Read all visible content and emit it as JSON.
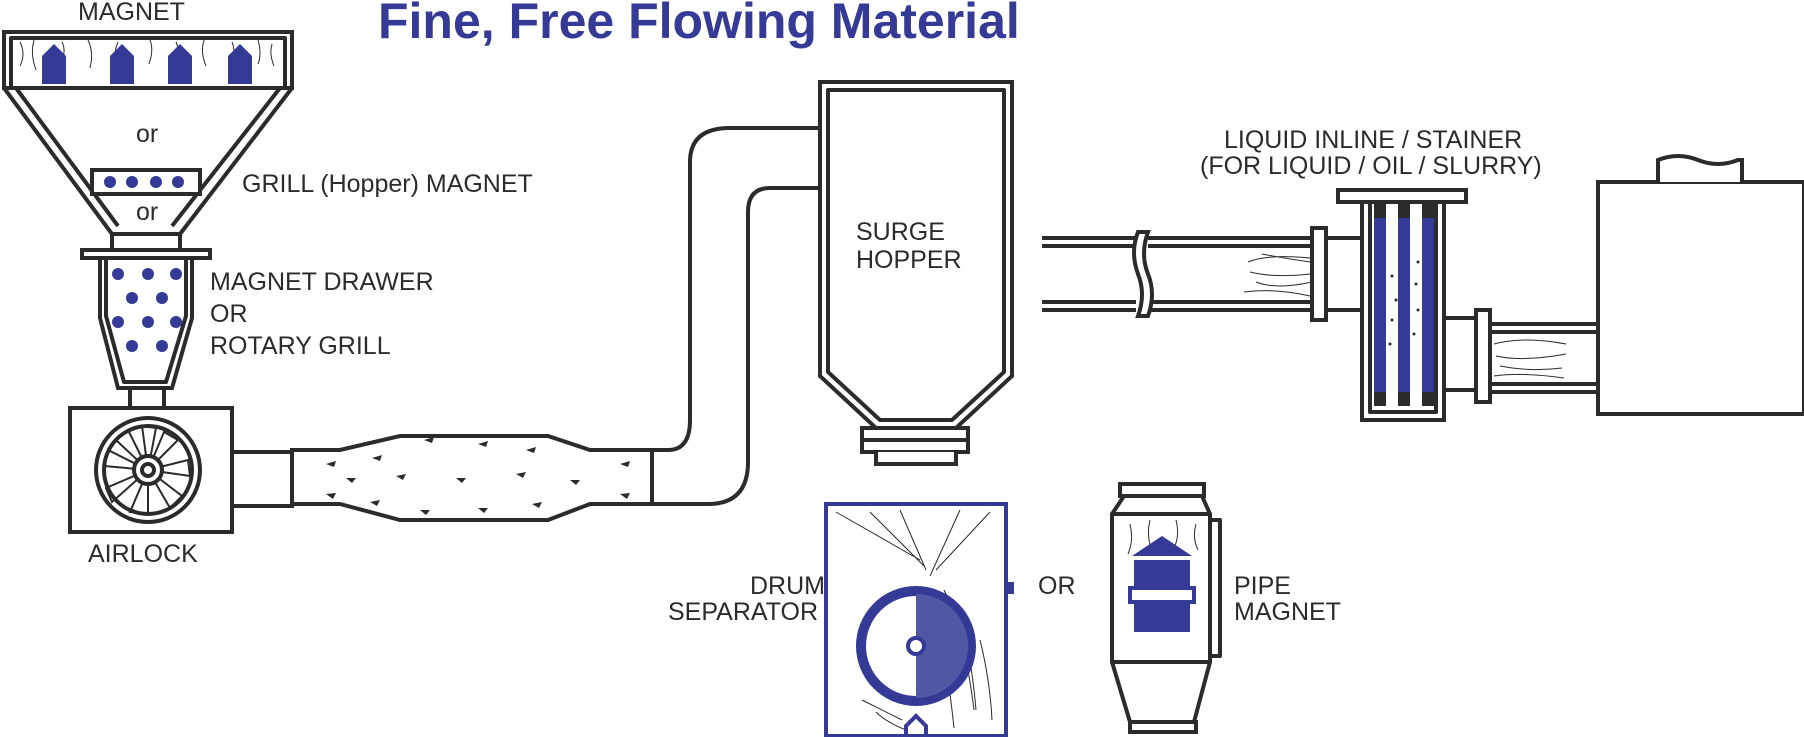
{
  "title": "Fine, Free Flowing Material",
  "colors": {
    "accent": "#343a95",
    "line": "#2b2b2b",
    "background": "#ffffff"
  },
  "labels": {
    "magnet": "MAGNET",
    "or_1": "or",
    "grill": "GRILL (Hopper) MAGNET",
    "or_2": "or",
    "drawer_1": "MAGNET DRAWER",
    "drawer_2": "OR",
    "drawer_3": "ROTARY GRILL",
    "airlock": "AIRLOCK",
    "surge_1": "SURGE",
    "surge_2": "HOPPER",
    "liquid_1": "LIQUID INLINE / STAINER",
    "liquid_2": "(FOR LIQUID / OIL / SLURRY)",
    "drum_1": "DRUM",
    "drum_2": "SEPARATOR",
    "or_3": "OR",
    "pipe_1": "PIPE",
    "pipe_2": "MAGNET"
  }
}
